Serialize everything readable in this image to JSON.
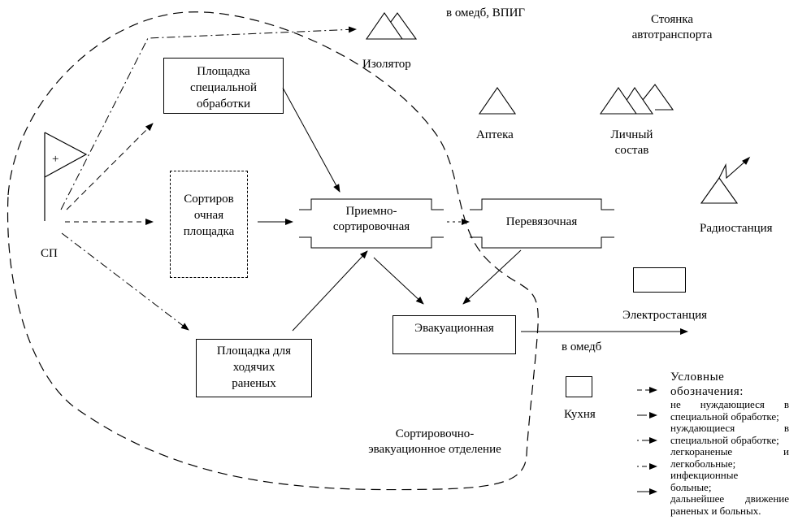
{
  "diagram": {
    "boundary_label": [
      "Сортировочно-",
      "эвакуационное отделение"
    ],
    "nodes": {
      "sp": "СП",
      "sp_marker": "+",
      "special_treatment": [
        "Площадка",
        "специальной",
        "обработки"
      ],
      "sorting_area": [
        "Сортиров",
        "очная",
        "площадка"
      ],
      "walking_wounded": [
        "Площадка для",
        "ходячих",
        "раненых"
      ],
      "reception_sorting": [
        "Приемно-",
        "сортировочная"
      ],
      "dressing": "Перевязочная",
      "evacuation": "Эвакуационная",
      "isolator": "Изолятор",
      "pharmacy": "Аптека",
      "personnel": [
        "Личный",
        "состав"
      ],
      "parking": [
        "Стоянка",
        "автотранспорта"
      ],
      "radio_station": "Радиостанция",
      "power_station": "Электростанция",
      "kitchen": "Кухня"
    },
    "destinations": {
      "to_omedb_vpig": "в омедб, ВПИГ",
      "to_omedb": "в омедб"
    },
    "icons": {
      "isolator": "double-tent-icon",
      "pharmacy": "tent-icon",
      "personnel": "triple-tent-icon",
      "radio": "radio-antenna-icon",
      "power": "rectangle-icon",
      "kitchen": "rectangle-icon",
      "sp": "flag-icon"
    }
  },
  "legend": {
    "title": [
      "Условные",
      "обозначения:"
    ],
    "items": [
      {
        "line_style": "dashed",
        "text_a": "не нуждающиеся в",
        "text_b": "специальной обработке;"
      },
      {
        "line_style": "long-dash",
        "text_a": "нуждающиеся в",
        "text_b": "специальной обработке;"
      },
      {
        "line_style": "dash-dot",
        "text_a": "легкораненые и",
        "text_b": "легкобольные;"
      },
      {
        "line_style": "dash-dot-dot",
        "text_a": "инфекционные",
        "text_b": "больные;"
      },
      {
        "line_style": "solid",
        "text_a": "дальнейшее движение",
        "text_b": "раненых и больных."
      }
    ]
  }
}
